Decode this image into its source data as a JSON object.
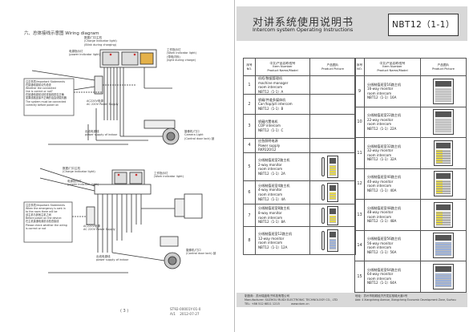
{
  "left_page": {
    "section_title": "六、总体接线示意图 Wiring diagram",
    "labels": {
      "host": "数据/门口主机\n(Charge indicator light)\n(Blink during charging)",
      "power_led": "电源指示灯\n(power indicator light)",
      "work_led": "工作指示灯\n(Work indicator light)\n(带电闪烁)\n(light during charge)",
      "note1": "注意事项/Important Statements\n在接通电源前请先检查\nWhether the connected\nline is correct or not?\n在接通电源前请检查接线是否正确\n如果线路连接不正确的话会烧毁机器\nThe system must be connected\ncorrectly before power on",
      "ac220": "AC220V电源\nAC 220V Power Supply",
      "outlet_cable": "出线电源线\npower supply of indoor",
      "camera_light": "摄像机/门口\nCamera Light\n(Control door lock) 锁",
      "host2": "数据/门口主机\n(Charge indicator light)",
      "work_led2": "工作指示灯\n(Work indicator light)",
      "power_led2": "电源指示灯\n(power indicator light)",
      "note2": "注意事项/Important Statements\nWhen the emergency is sent in\nto the room there will be\n该主机与其他主机之间\nBefore power on the device:\n在主机接通电源前请检查接线\nPlease check whether the wiring\nis correct or not",
      "ac220_2": "AC220V电源\nAC 220V Power Supply",
      "outlet_cable2": "出线电源线\npower supply of indoor",
      "camera_light2": "摄像机/门口\n(Control door lock) 锁"
    },
    "page_number": "( 3 )",
    "doc_code": "ST92-00001Y-01-0\nA/1    2012-07-27"
  },
  "right_page": {
    "title_cn": "对讲系统使用说明书",
    "title_en": "Intercom system Operating Instructions",
    "model": "NBT12（1-1）",
    "table_headers": {
      "no": "序号\nNO.",
      "item": "中文/产品名称/型号\nItem Number\nProduct Name/Model",
      "pic": "产品图片\nProduct Picture"
    },
    "products_left": [
      {
        "no": "1",
        "lines": [
          "机柜/数据管理机",
          "machine manager",
          "room intercom",
          "NBT12（1-1）A"
        ]
      },
      {
        "no": "2",
        "lines": [
          "轿厢/井道多媒体机",
          "Car-/top/pit intercom",
          "NBT12（1-1）B"
        ]
      },
      {
        "no": "3",
        "lines": [
          "轿厢内置电机",
          "COP intercom",
          "NBT12（1-1）C"
        ]
      },
      {
        "no": "4",
        "lines": [
          "应急照明电源",
          "Power supply",
          "RKP220/12"
        ]
      },
      {
        "no": "5",
        "lines": [
          "分线制值班室2路主机",
          "2-way monitor",
          "room intercom",
          "NBT12（1-1）2A"
        ]
      },
      {
        "no": "6",
        "lines": [
          "分线制值班室4路主机",
          "4-way monitor",
          "room intercom",
          "NBT12（1-1）4A"
        ]
      },
      {
        "no": "7",
        "lines": [
          "分线制值班室8路主机",
          "8-way monitor",
          "room intercom",
          "NBT12（1-1）8A"
        ]
      },
      {
        "no": "8",
        "lines": [
          "分线制值班室12路主机",
          "12-way monitor",
          "room intercom",
          "NBT12（1-1）12A"
        ]
      }
    ],
    "products_right": [
      {
        "no": "9",
        "lines": [
          "分线制值班室16路主机",
          "16-way monitor",
          "room intercom",
          "NBT12（1-1）16A"
        ]
      },
      {
        "no": "10",
        "lines": [
          "分线制值班室22路主机",
          "22-way monitor",
          "room intercom",
          "NBT12（1-1）22A"
        ]
      },
      {
        "no": "11",
        "lines": [
          "分线制值班室32路主机",
          "32-way monitor",
          "room intercom",
          "NBT12（1-1）32A"
        ]
      },
      {
        "no": "12",
        "lines": [
          "分线制值班室40路主机",
          "40-way monitor",
          "room intercom",
          "NBT12（1-1）40A"
        ]
      },
      {
        "no": "13",
        "lines": [
          "分线制值班室48路主机",
          "48-way monitor",
          "room intercom",
          "NBT12（1-1）48A"
        ]
      },
      {
        "no": "14",
        "lines": [
          "分线制值班室56路主机",
          "56-way monitor",
          "room intercom",
          "NBT12（1-1）56A"
        ]
      },
      {
        "no": "15",
        "lines": [
          "分线制值班室64路主机",
          "64-way monitor",
          "room intercom",
          "NBT12（1-1）64A"
        ]
      }
    ],
    "footer": {
      "manufacturer_cn": "制造商：苏州瑞迪电子科技有限公司",
      "manufacturer_en": "Manufacturer: SUZHOU RUIDI ELECTRONIC TECHNOLOGY CO., LTD",
      "tel": "TEL: +86 512 6811 1215",
      "website": "www.dorn.cn",
      "address_cn": "地址：苏州市相城经济开发区相城大道4号",
      "address_en": "Add: 4 Xiangcheng Avenue, Xiangcheng Economic Development Zone, Suzhou"
    }
  }
}
